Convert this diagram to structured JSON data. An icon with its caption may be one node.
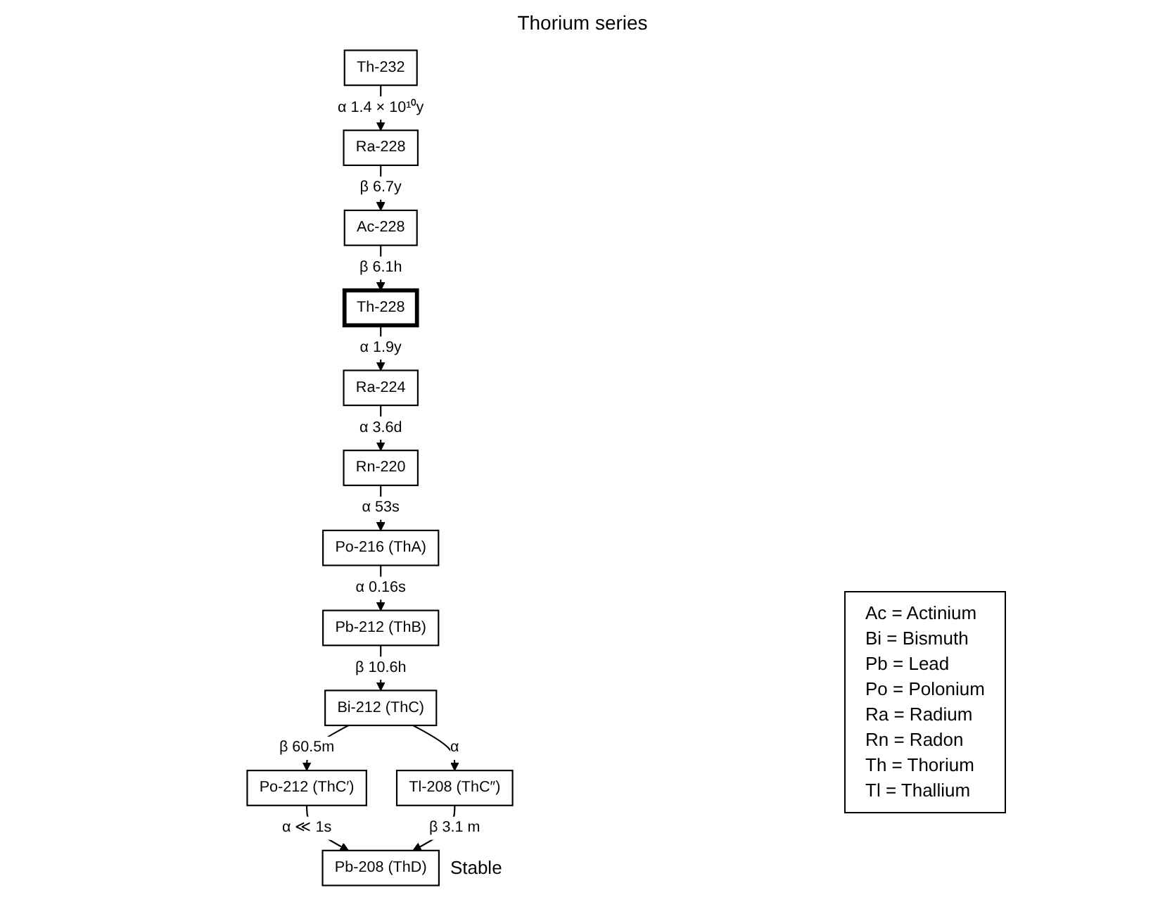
{
  "diagram": {
    "title": "Thorium series",
    "nodes": [
      {
        "text": [
          "Th-232"
        ]
      },
      {
        "text": [
          "Ra-228"
        ]
      },
      {
        "text": [
          "Ac-228"
        ]
      },
      {
        "text": [
          "Th-228"
        ]
      },
      {
        "text": [
          "Ra-224"
        ]
      },
      {
        "text": [
          "Rn-220"
        ]
      },
      {
        "text": [
          "Po-216 (ThA)"
        ]
      },
      {
        "text": [
          "Pb-212 (ThB)"
        ]
      },
      {
        "text": [
          "Bi-212 (ThC)"
        ]
      },
      {
        "text": [
          "Po-212 (ThC′)"
        ]
      },
      {
        "text": [
          "Pb-208 (ThD)"
        ],
        "beside": [
          "Stable"
        ]
      },
      {
        "text": [
          "Tl-208 (ThC″)"
        ]
      }
    ],
    "edges": [
      {
        "from": 0,
        "to": 1,
        "arrow": "to",
        "label": "α 1.4 × 10¹⁰y"
      },
      {
        "from": 1,
        "to": 2,
        "arrow": "to",
        "label": "β 6.7y"
      },
      {
        "from": 2,
        "to": 3,
        "arrow": "to",
        "label": "β 6.1h"
      },
      {
        "from": 3,
        "to": 4,
        "arrow": "to",
        "label": "α 1.9y"
      },
      {
        "from": 4,
        "to": 5,
        "arrow": "to",
        "label": "α 3.6d"
      },
      {
        "from": 5,
        "to": 6,
        "arrow": "to",
        "label": "α 53s"
      },
      {
        "from": 6,
        "to": 7,
        "arrow": "to",
        "label": "α 0.16s"
      },
      {
        "from": 7,
        "to": 8,
        "arrow": "to",
        "label": "β 10.6h"
      },
      {
        "from": 8,
        "to": 9,
        "arrow": "to",
        "label": "β 60.5m"
      },
      {
        "from": 9,
        "to": 10,
        "arrow": "to",
        "label": "α ≪ 1s"
      },
      {
        "from": 8,
        "to": 11,
        "arrow": "to",
        "label": "α"
      },
      {
        "from": 11,
        "to": 10,
        "arrow": "to",
        "label": "β 3.1 m"
      }
    ],
    "labels": [
      "Ac = Actinium",
      "Bi = Bismuth",
      "Pb = Lead",
      "Po = Polonium",
      "Ra = Radium",
      "Rn = Radon",
      "Th = Thorium",
      "Tl = Thallium"
    ]
  }
}
